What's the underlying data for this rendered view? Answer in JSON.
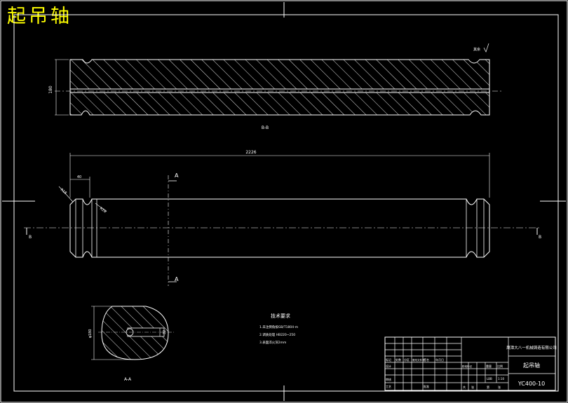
{
  "title": "起吊轴",
  "views": {
    "section_bb_label": "B-B",
    "section_aa_label": "A-A",
    "cut_a_top": "A",
    "cut_a_bottom": "A",
    "cut_b_left": "B",
    "cut_b_right": "B"
  },
  "dimensions": {
    "overall_length": "2226",
    "left_offset": "40",
    "chamfer_left": "R18",
    "groove_radius": "R28",
    "section_height": "180",
    "aa_diameter": "φ180",
    "aa_hole": "32",
    "surface_finish": "其余"
  },
  "tech_requirements": {
    "title": "技术要求",
    "items": [
      "1.未注倒角按GB/T1804-m",
      "2.调质处理 HB220~250",
      "3.表面淬火深2mm"
    ]
  },
  "title_block": {
    "company": "鹰潭大八一机械铸造有限公司",
    "part_name": "起吊轴",
    "drawing_number": "YC400-10",
    "scale": "1:10",
    "weight": "LBB",
    "row_labels": [
      "标记",
      "处数",
      "分区",
      "更改文件号",
      "签名",
      "年月日"
    ],
    "design_label": "设计",
    "review_label": "审核",
    "process_label": "工艺",
    "approve_label": "批准",
    "stage_labels": [
      "阶段标记",
      "重量",
      "比例"
    ],
    "sheet_labels": [
      "共",
      "张",
      "第",
      "张"
    ]
  }
}
